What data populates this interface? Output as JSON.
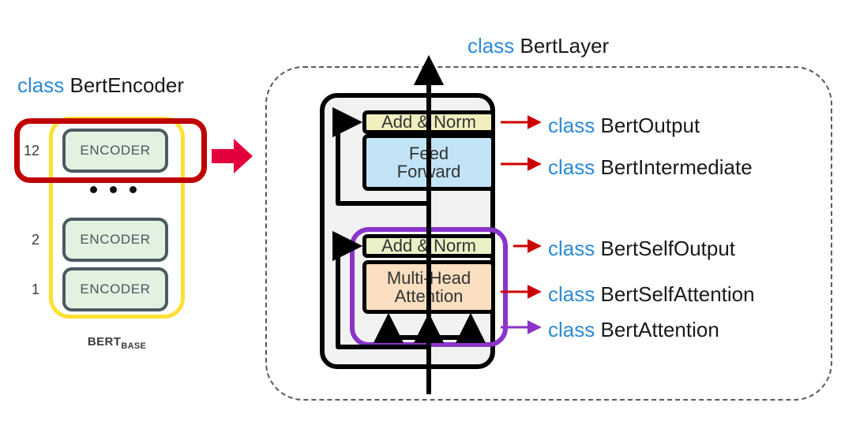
{
  "encoder_panel": {
    "title_keyword": "class",
    "title_name": "BertEncoder",
    "layers": [
      {
        "num": "12",
        "label": "ENCODER"
      },
      {
        "num": "2",
        "label": "ENCODER"
      },
      {
        "num": "1",
        "label": "ENCODER"
      }
    ],
    "ellipsis": "...",
    "caption_main": "BERT",
    "caption_sub": "BASE",
    "arrow_icon": "right-arrow-icon",
    "colors": {
      "encoder_fill": "#e2f2e1",
      "encoder_border": "#4c5a63",
      "yellow_wrap": "#ffe033",
      "red_wrap": "#c00000",
      "big_arrow": "#e3003c"
    }
  },
  "layer_panel": {
    "title_keyword": "class",
    "title_name": "BertLayer",
    "blocks": {
      "addnorm_top": "Add & Norm",
      "feed_forward_line1": "Feed",
      "feed_forward_line2": "Forward",
      "addnorm_bottom": "Add & Norm",
      "multihead_line1": "Multi-Head",
      "multihead_line2": "Attention"
    },
    "colors": {
      "addnorm_top_fill": "#f1efbe",
      "feed_forward_fill": "#c3e4f7",
      "addnorm_bottom_fill": "#eaf1c6",
      "multihead_fill": "#fadfc0",
      "block_fill": "#f2f2f2",
      "purple_wrap": "#8a34c9",
      "callout_red": "#cc0000",
      "dashed_border": "#5a5a5a"
    }
  },
  "callouts": [
    {
      "keyword": "class",
      "name": "BertOutput",
      "arrow_color": "#cc0000"
    },
    {
      "keyword": "class",
      "name": "BertIntermediate",
      "arrow_color": "#cc0000"
    },
    {
      "keyword": "class",
      "name": "BertSelfOutput",
      "arrow_color": "#cc0000"
    },
    {
      "keyword": "class",
      "name": "BertSelfAttention",
      "arrow_color": "#cc0000"
    },
    {
      "keyword": "class",
      "name": "BertAttention",
      "arrow_color": "#8a34c9"
    }
  ]
}
